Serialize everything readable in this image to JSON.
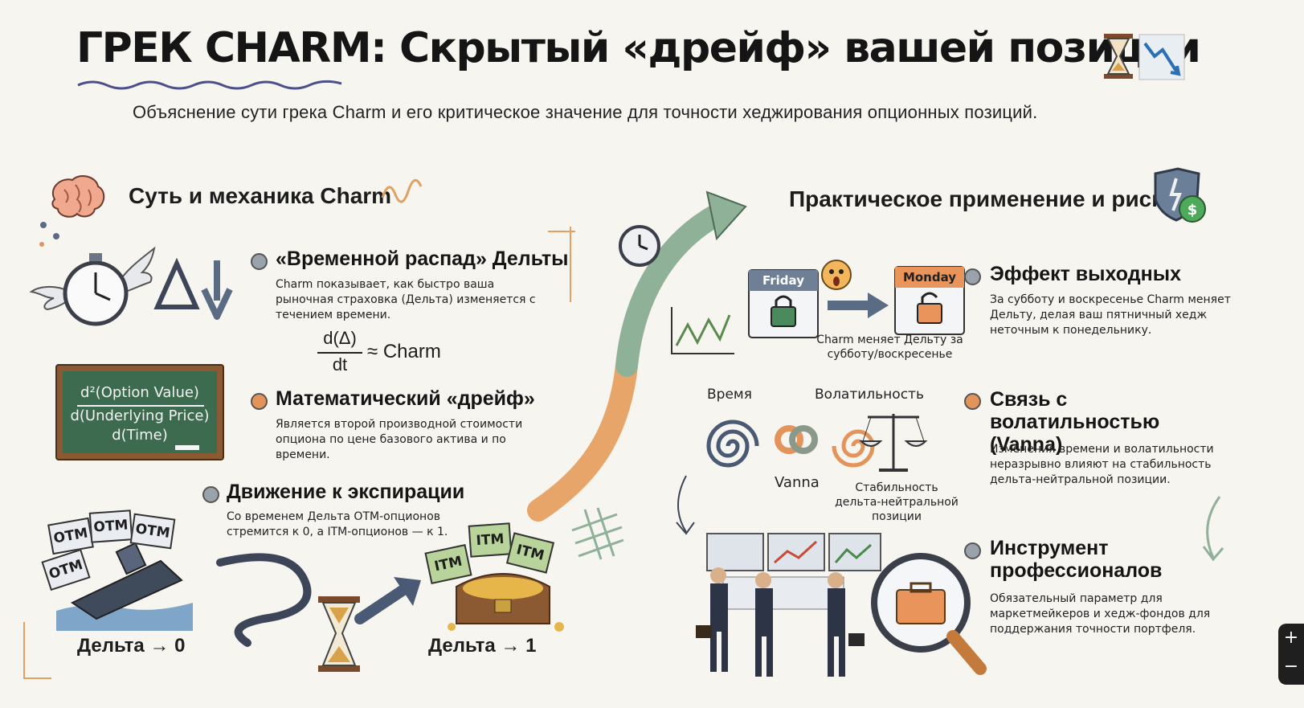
{
  "header": {
    "title": "ГРЕК CHARM: Скрытый «дрейф» вашей позиции",
    "subtitle": "Объяснение сути грека Charm и его критическое значение для точности хеджирования опционных позиций."
  },
  "left": {
    "section_title": "Суть и механика Charm",
    "cards": [
      {
        "title": "«Временной распад» Дельты",
        "text": "Charm показывает, как быстро ваша рыночная страховка (Дельта) изменяется с течением времени."
      },
      {
        "title": "Математический «дрейф»",
        "text": "Является второй производной стоимости опциона по цене базового актива и по времени."
      },
      {
        "title": "Движение к экспирации",
        "text": "Со временем Дельта OTM-опционов стремится к 0, а ITM-опционов — к 1."
      }
    ],
    "formula": {
      "numerator": "d(Δ)",
      "denominator": "dt",
      "rhs": "≈ Charm"
    },
    "chalkboard": {
      "line1": "d²(Option Value)",
      "line2": "d(Underlying Price)",
      "line3": "d(Time)"
    },
    "otm_tag": "OTM",
    "itm_tag": "ITM",
    "delta_zero": "Дельта → 0",
    "delta_one": "Дельта → 1"
  },
  "right": {
    "section_title": "Практическое применение и риски",
    "cards": [
      {
        "title": "Эффект выходных",
        "text": "За субботу и воскресенье Charm меняет Дельту, делая ваш пятничный хедж неточным к понедельнику."
      },
      {
        "title": "Связь с волатильностью (Vanna)",
        "text": "Изменения времени и волатильности неразрывно влияют на стабильность дельта-нейтральной позиции."
      },
      {
        "title": "Инструмент профессионалов",
        "text": "Обязательный параметр для маркетмейкеров и хедж-фондов для поддержания точности портфеля."
      }
    ],
    "calendar": {
      "friday": "Friday",
      "monday": "Monday",
      "caption": "Charm меняет Дельту за субботу/воскресенье"
    },
    "vanna": {
      "time_label": "Время",
      "vol_label": "Волатильность",
      "vanna_label": "Vanna",
      "stability_label": "Стабильность дельта-нейтральной позиции"
    }
  },
  "zoom": {
    "plus": "+",
    "minus": "−"
  }
}
